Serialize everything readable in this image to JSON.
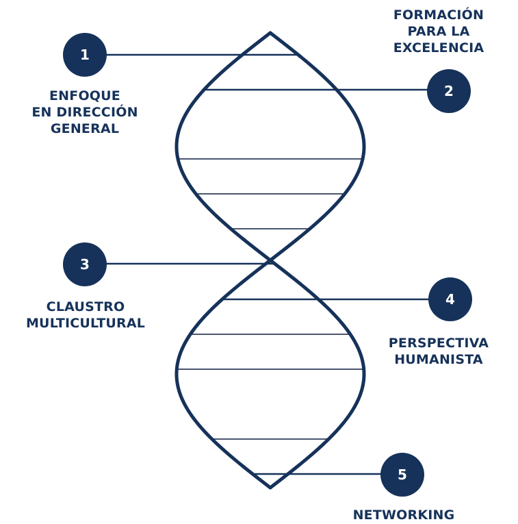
{
  "colors": {
    "primary": "#16325a",
    "rung": "#4a5670",
    "background": "#ffffff"
  },
  "nodes": [
    {
      "number": "1",
      "label": "ENFOQUE\nEN DIRECCIÓN\nGENERAL"
    },
    {
      "number": "2",
      "label": "FORMACIÓN\nPARA LA\nEXCELENCIA"
    },
    {
      "number": "3",
      "label": "CLAUSTRO\nMULTICULTURAL"
    },
    {
      "number": "4",
      "label": "PERSPECTIVA\nHUMANISTA"
    },
    {
      "number": "5",
      "label": "NETWORKING"
    }
  ]
}
